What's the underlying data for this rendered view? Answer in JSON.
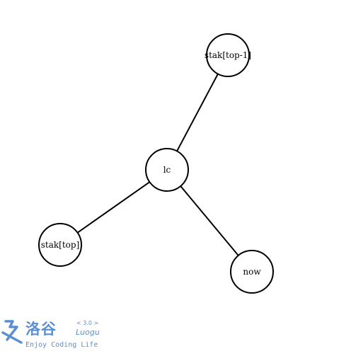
{
  "diagram": {
    "nodes": [
      {
        "id": "top1",
        "label": "stak[top-1]"
      },
      {
        "id": "lc",
        "label": "lc"
      },
      {
        "id": "top",
        "label": "stak[top]"
      },
      {
        "id": "now",
        "label": "now"
      }
    ],
    "edges": [
      {
        "from": "lc",
        "to": "top1"
      },
      {
        "from": "lc",
        "to": "top"
      },
      {
        "from": "lc",
        "to": "now"
      }
    ]
  },
  "watermark": {
    "brand": "洛谷",
    "version": "< 3.0 >",
    "latin": "Luogu",
    "tagline": "Enjoy Coding Life",
    "color": "#5b8fd1"
  }
}
